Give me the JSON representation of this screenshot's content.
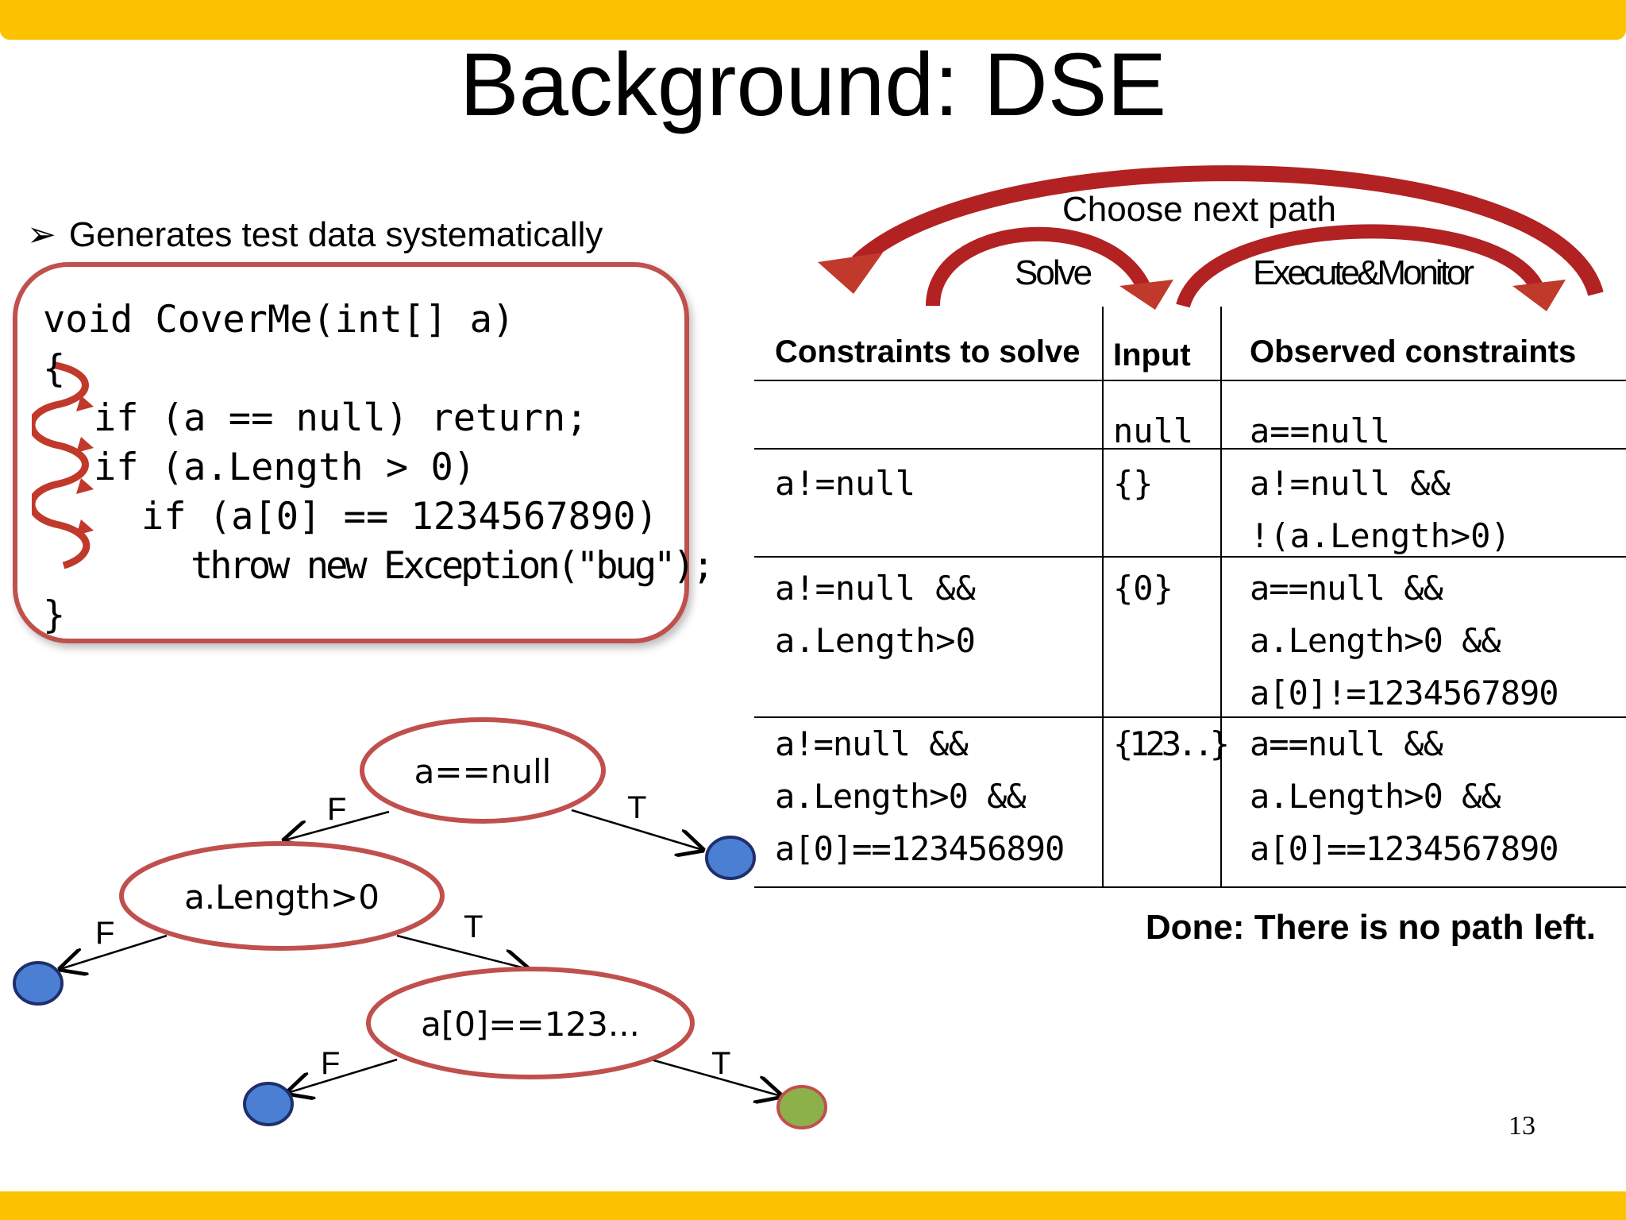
{
  "slide": {
    "title": "Background: DSE",
    "bullet": "Generates test data systematically",
    "page_number": "13",
    "done_text": "Done: There is no path left."
  },
  "code": {
    "lines": [
      "void CoverMe(int[] a)",
      "{",
      "if (a == null) return;",
      "if (a.Length > 0)",
      "if (a[0] == 1234567890)",
      "throw new Exception(\"bug\");",
      "}"
    ]
  },
  "cycle": {
    "outer_label": "Choose next path",
    "solve_label": "Solve",
    "execute_label": "Execute&Monitor"
  },
  "table": {
    "headers": [
      "Constraints to solve",
      "Input",
      "Observed constraints"
    ],
    "rows": [
      {
        "constraints": "",
        "input": "null",
        "observed": "a==null"
      },
      {
        "constraints": "a!=null",
        "input": "{}",
        "observed": "a!=null &&\n!(a.Length>0)"
      },
      {
        "constraints": "a!=null &&\na.Length>0",
        "input": "{0}",
        "observed": "a==null &&\na.Length>0 &&\na[0]!=1234567890"
      },
      {
        "constraints": "a!=null &&\na.Length>0 &&\na[0]==123456890",
        "input": "{123..}",
        "observed": "a==null &&\na.Length>0 &&\na[0]==1234567890"
      }
    ]
  },
  "tree": {
    "nodes": [
      "a==null",
      "a.Length>0",
      "a[0]==123..."
    ],
    "false_label": "F",
    "true_label": "T"
  },
  "colors": {
    "accent_bar": "#fcc200",
    "box_border": "#c0504d",
    "arrow_red": "#c0392b",
    "leaf_blue": "#4a7fd4",
    "leaf_green": "#8db14a"
  }
}
